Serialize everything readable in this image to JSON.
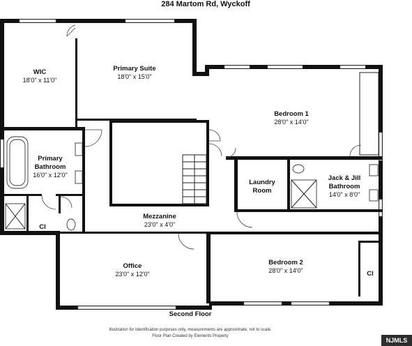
{
  "address": "284 Martom Rd, Wyckoff",
  "floor_label": "Second Floor",
  "disclaimer_line1": "Illustration for identification purposes only, measurements are approximate, not to scale.",
  "disclaimer_line2": "Floor Plan Created by Elements Property",
  "badge": "NJMLS",
  "rooms": {
    "wic": {
      "name": "WIC",
      "dims": "18'0\" x 11'0\""
    },
    "primary_suite": {
      "name": "Primary Suite",
      "dims": "18'0\" x 15'0\""
    },
    "bedroom1": {
      "name": "Bedroom 1",
      "dims": "28'0\" x 14'0\""
    },
    "primary_bathroom": {
      "name1": "Primary",
      "name2": "Bathroom",
      "dims": "16'0\" x 12'0\""
    },
    "laundry": {
      "name1": "Laundry",
      "name2": "Room"
    },
    "jack_jill": {
      "name1": "Jack & Jill",
      "name2": "Bathroom",
      "dims": "14'0\" x 8'0\""
    },
    "mezzanine": {
      "name": "Mezzanine",
      "dims": "23'0\" x 4'0\""
    },
    "office": {
      "name": "Office",
      "dims": "23'0\" x 12'0\""
    },
    "bedroom2": {
      "name": "Bedroom 2",
      "dims": "28'0\" x 14'0\""
    },
    "closet_left": {
      "name": "Cl"
    },
    "closet_right": {
      "name": "Cl"
    }
  }
}
